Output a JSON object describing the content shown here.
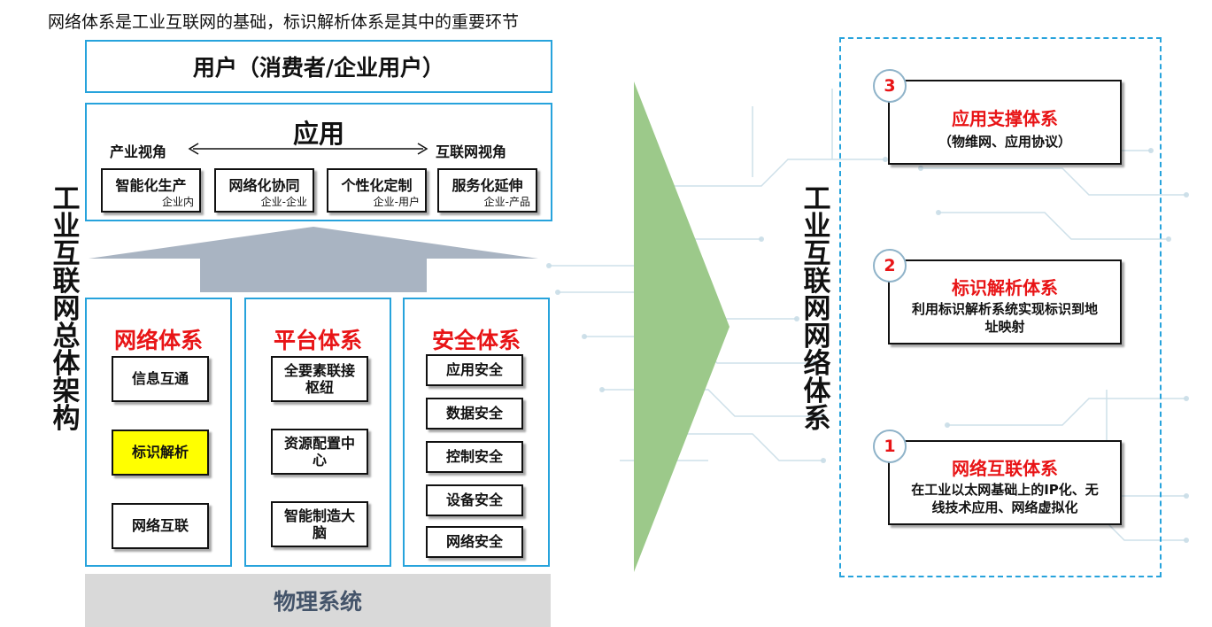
{
  "caption": "网络体系是工业互联网的基础，标识解析体系是其中的重要环节",
  "users_box": "用户（消费者/企业用户）",
  "app": {
    "title": "应用",
    "left_label": "产业视角",
    "right_label": "互联网视角",
    "items": [
      {
        "title": "智能化生产",
        "sub": "企业内"
      },
      {
        "title": "网络化协同",
        "sub": "企业-企业"
      },
      {
        "title": "个性化定制",
        "sub": "企业-用户"
      },
      {
        "title": "服务化延伸",
        "sub": "企业-产品"
      }
    ]
  },
  "left_vertical": "工业互联网总体架构",
  "columns": [
    {
      "title": "网络体系",
      "items": [
        "信息互通",
        "标识解析",
        "网络互联"
      ],
      "highlight_index": 1
    },
    {
      "title": "平台体系",
      "items": [
        "全要素联接枢纽",
        "资源配置中心",
        "智能制造大脑"
      ]
    },
    {
      "title": "安全体系",
      "items": [
        "应用安全",
        "数据安全",
        "控制安全",
        "设备安全",
        "网络安全"
      ]
    }
  ],
  "physical": "物理系统",
  "right_vertical": "工业互联网网络体系",
  "right_items": [
    {
      "num": "3",
      "title": "应用支撑体系",
      "desc": "（物维网、应用协议）"
    },
    {
      "num": "2",
      "title": "标识解析体系",
      "desc": "利用标识解析系统实现标识到地址映射"
    },
    {
      "num": "1",
      "title": "网络互联体系",
      "desc": "在工业以太网基础上的IP化、无线技术应用、网络虚拟化"
    }
  ],
  "colors": {
    "accent_blue": "#27a3dc",
    "title_red": "#e81416",
    "highlight_yellow": "#ffff00",
    "arrow_gray": "#a9b4c2",
    "chevron_green": "#9cc98a",
    "physical_gray": "#d9d9d9"
  }
}
